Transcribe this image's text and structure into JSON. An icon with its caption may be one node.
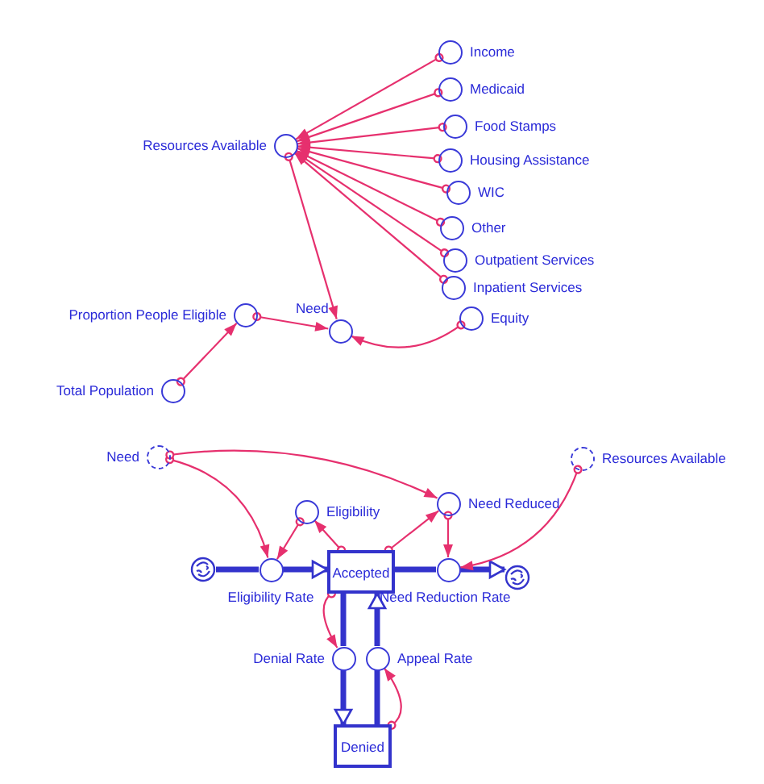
{
  "diagram": {
    "nodes": [
      {
        "text": [
          "Resources Available"
        ]
      },
      {
        "text": [
          "Income"
        ]
      },
      {
        "text": [
          "Medicaid"
        ]
      },
      {
        "text": [
          "Food Stamps"
        ]
      },
      {
        "text": [
          "Housing Assistance"
        ]
      },
      {
        "text": [
          "WIC"
        ]
      },
      {
        "text": [
          "Other"
        ]
      },
      {
        "text": [
          "Outpatient Services"
        ]
      },
      {
        "text": [
          "Inpatient Services"
        ]
      },
      {
        "text": [
          "Proportion People Eligible"
        ]
      },
      {
        "text": [
          "Need"
        ]
      },
      {
        "text": [
          "Equity"
        ]
      },
      {
        "text": [
          "Total Population"
        ]
      },
      {
        "text": [
          "Need"
        ]
      },
      {
        "text": [
          "Resources Available"
        ]
      },
      {
        "text": [
          "Eligibility"
        ]
      },
      {
        "text": [
          "Need Reduced"
        ]
      },
      {
        "text": [],
        "shape": "cloud"
      },
      {
        "text": [
          "Eligibility Rate"
        ]
      },
      {
        "text": [
          "Accepted"
        ]
      },
      {
        "text": [
          "Need Reduction Rate"
        ]
      },
      {
        "text": [],
        "shape": "cloud"
      },
      {
        "text": [
          "Denial Rate"
        ]
      },
      {
        "text": [
          "Appeal Rate"
        ]
      },
      {
        "text": [
          "Denied"
        ]
      }
    ],
    "edges": [
      {
        "from": 1,
        "to": 0,
        "arrow": "to"
      },
      {
        "from": 2,
        "to": 0,
        "arrow": "to"
      },
      {
        "from": 3,
        "to": 0,
        "arrow": "to"
      },
      {
        "from": 4,
        "to": 0,
        "arrow": "to"
      },
      {
        "from": 5,
        "to": 0,
        "arrow": "to"
      },
      {
        "from": 6,
        "to": 0,
        "arrow": "to"
      },
      {
        "from": 7,
        "to": 0,
        "arrow": "to"
      },
      {
        "from": 8,
        "to": 0,
        "arrow": "to"
      },
      {
        "from": 0,
        "to": 10,
        "arrow": "to"
      },
      {
        "from": 9,
        "to": 10,
        "arrow": "to"
      },
      {
        "from": 11,
        "to": 10,
        "arrow": "to"
      },
      {
        "from": 12,
        "to": 9,
        "arrow": "to"
      },
      {
        "from": 17,
        "to": 18,
        "arrow": "none",
        "style": "thick",
        "color": "#3333cc"
      },
      {
        "from": 18,
        "to": 19,
        "arrow": "to",
        "style": "thick",
        "color": "#3333cc"
      },
      {
        "from": 19,
        "to": 20,
        "arrow": "none",
        "style": "thick",
        "color": "#3333cc"
      },
      {
        "from": 20,
        "to": 21,
        "arrow": "to",
        "style": "thick",
        "color": "#3333cc"
      },
      {
        "from": 19,
        "to": 22,
        "arrow": "none",
        "style": "thick",
        "color": "#3333cc"
      },
      {
        "from": 22,
        "to": 24,
        "arrow": "to",
        "style": "thick",
        "color": "#3333cc"
      },
      {
        "from": 24,
        "to": 23,
        "arrow": "none",
        "style": "thick",
        "color": "#3333cc"
      },
      {
        "from": 23,
        "to": 19,
        "arrow": "to",
        "style": "thick",
        "color": "#3333cc"
      },
      {
        "from": 13,
        "to": 18,
        "arrow": "to"
      },
      {
        "from": 13,
        "to": 16,
        "arrow": "to"
      },
      {
        "from": 19,
        "to": 15,
        "arrow": "to"
      },
      {
        "from": 15,
        "to": 18,
        "arrow": "to"
      },
      {
        "from": 19,
        "to": 16,
        "arrow": "to"
      },
      {
        "from": 16,
        "to": 20,
        "arrow": "to"
      },
      {
        "from": 14,
        "to": 20,
        "arrow": "to"
      },
      {
        "from": 19,
        "to": 22,
        "arrow": "to"
      },
      {
        "from": 24,
        "to": 23,
        "arrow": "to"
      }
    ]
  }
}
